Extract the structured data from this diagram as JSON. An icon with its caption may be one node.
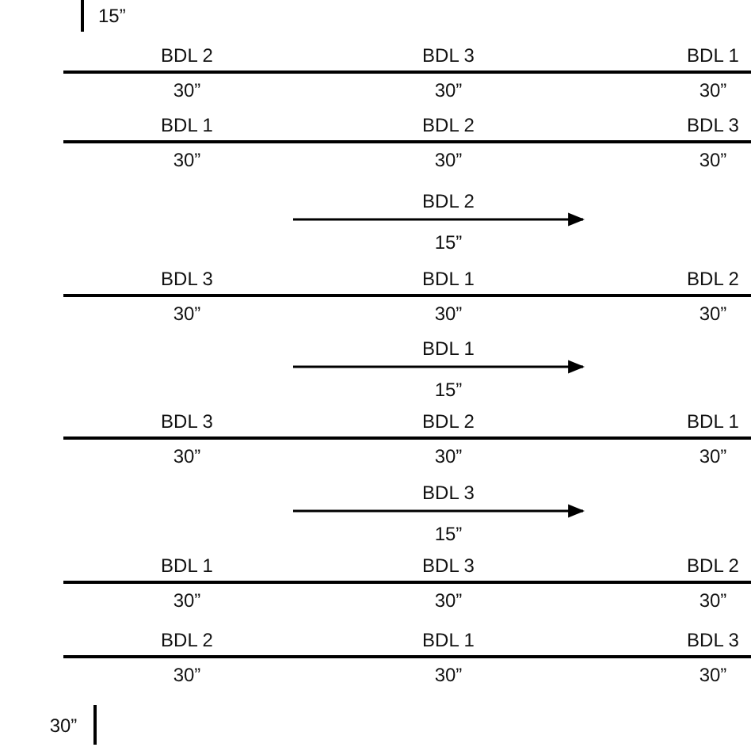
{
  "diagram": {
    "labels": [
      "15”",
      "BDL 2",
      "BDL 3",
      "BDL 1",
      "30”",
      "30”",
      "30”",
      "BDL 1",
      "BDL 2",
      "BDL 3",
      "30”",
      "30”",
      "30”",
      "BDL 2",
      "15”",
      "BDL 3",
      "BDL 1",
      "BDL 2",
      "30”",
      "30”",
      "30”",
      "BDL 1",
      "15”",
      "BDL 3",
      "BDL 2",
      "BDL 1",
      "30”",
      "30”",
      "30”",
      "BDL 3",
      "15”",
      "BDL 1",
      "BDL 3",
      "BDL 2",
      "30”",
      "30”",
      "30”",
      "BDL 2",
      "BDL 1",
      "BDL 3",
      "30”",
      "30”",
      "30”",
      "30”"
    ]
  }
}
